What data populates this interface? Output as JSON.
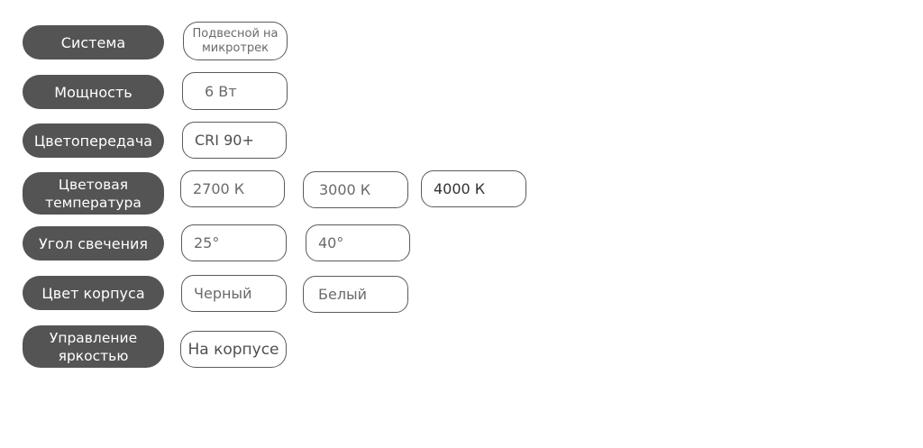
{
  "rows": {
    "system": {
      "label": "Система",
      "options": [
        "Подвесной на\nмикротрек"
      ]
    },
    "power": {
      "label": "Мощность",
      "options": [
        "6 Вт"
      ]
    },
    "cri": {
      "label": "Цветопередача",
      "options": [
        "CRI 90+"
      ]
    },
    "color_temp": {
      "label": "Цветовая\nтемпература",
      "options": [
        "2700 К",
        "3000 К",
        "4000 К"
      ]
    },
    "beam_angle": {
      "label": "Угол свечения",
      "options": [
        "25°",
        "40°"
      ]
    },
    "body_color": {
      "label": "Цвет корпуса",
      "options": [
        "Черный",
        "Белый"
      ]
    },
    "dimming": {
      "label": "Управление\nяркостью",
      "options": [
        "На корпусе"
      ]
    }
  }
}
